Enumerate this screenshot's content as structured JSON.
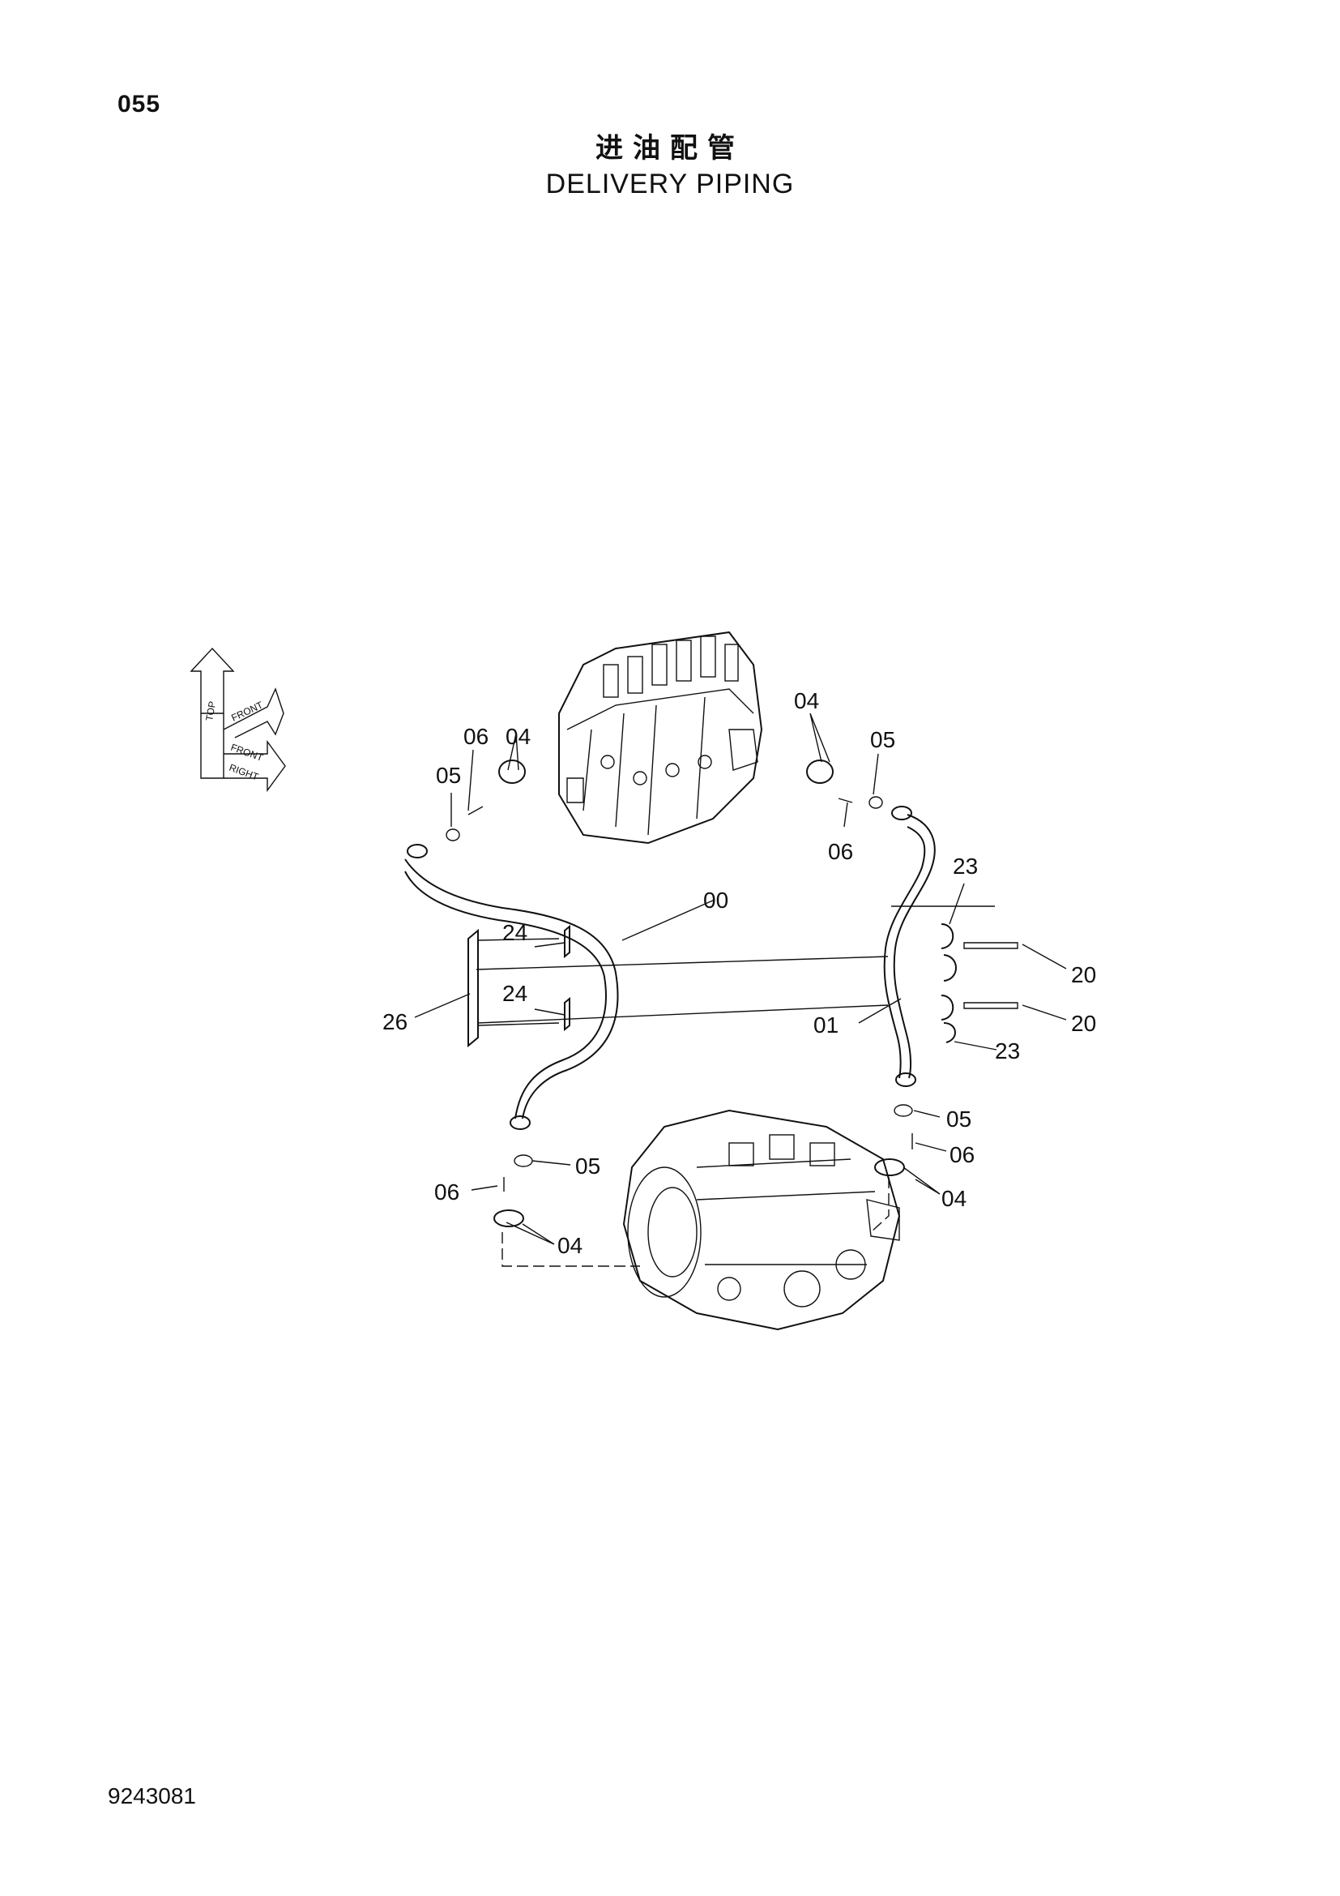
{
  "page_number": "055",
  "title_cn": "进油配管",
  "title_en": "DELIVERY PIPING",
  "document_number": "9243081",
  "orientation_indicator": {
    "labels": [
      "TOP",
      "FRONT",
      "FRONT",
      "RIGHT"
    ]
  },
  "components": {
    "control_valve": "control-valve-drawing",
    "pump": "pump-drawing"
  },
  "callouts": [
    {
      "id": "c1",
      "label": "04"
    },
    {
      "id": "c2",
      "label": "05"
    },
    {
      "id": "c3",
      "label": "06"
    },
    {
      "id": "c4",
      "label": "23"
    },
    {
      "id": "c5",
      "label": "06"
    },
    {
      "id": "c6",
      "label": "04"
    },
    {
      "id": "c7",
      "label": "05"
    },
    {
      "id": "c8",
      "label": "00"
    },
    {
      "id": "c9",
      "label": "24"
    },
    {
      "id": "c10",
      "label": "20"
    },
    {
      "id": "c11",
      "label": "24"
    },
    {
      "id": "c12",
      "label": "26"
    },
    {
      "id": "c13",
      "label": "01"
    },
    {
      "id": "c14",
      "label": "20"
    },
    {
      "id": "c15",
      "label": "23"
    },
    {
      "id": "c16",
      "label": "05"
    },
    {
      "id": "c17",
      "label": "06"
    },
    {
      "id": "c18",
      "label": "05"
    },
    {
      "id": "c19",
      "label": "04"
    },
    {
      "id": "c20",
      "label": "06"
    },
    {
      "id": "c21",
      "label": "04"
    }
  ]
}
